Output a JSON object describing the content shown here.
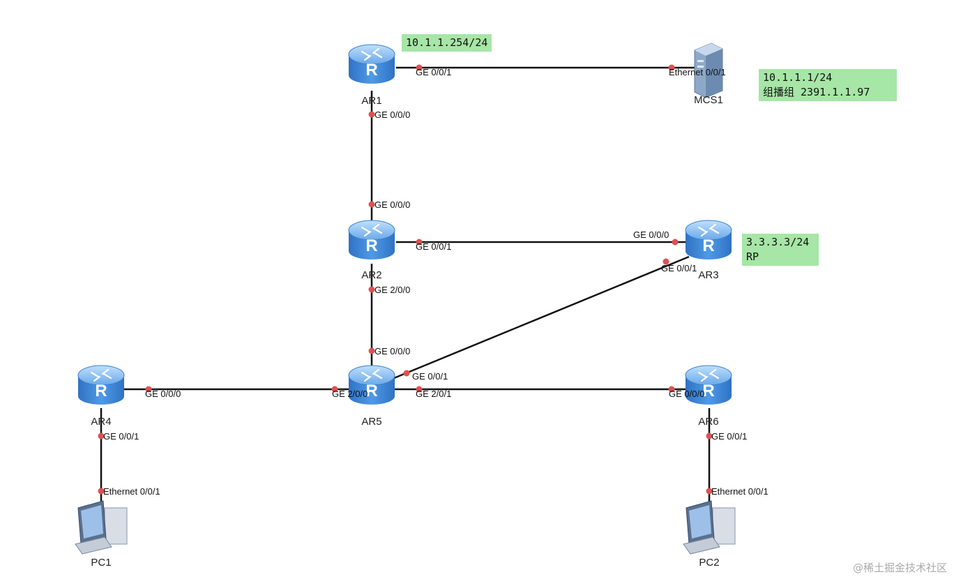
{
  "nodes": {
    "ar1": {
      "label": "AR1",
      "icon": "router-icon"
    },
    "ar2": {
      "label": "AR2",
      "icon": "router-icon"
    },
    "ar3": {
      "label": "AR3",
      "icon": "router-icon"
    },
    "ar4": {
      "label": "AR4",
      "icon": "router-icon"
    },
    "ar5": {
      "label": "AR5",
      "icon": "router-icon"
    },
    "ar6": {
      "label": "AR6",
      "icon": "router-icon"
    },
    "mcs1": {
      "label": "MCS1",
      "icon": "server-icon"
    },
    "pc1": {
      "label": "PC1",
      "icon": "pc-icon"
    },
    "pc2": {
      "label": "PC2",
      "icon": "pc-icon"
    }
  },
  "ports": {
    "ar1_ge001": "GE 0/0/1",
    "mcs1_eth": "Ethernet 0/0/1",
    "ar1_ge000": "GE 0/0/0",
    "ar2_ge000": "GE 0/0/0",
    "ar2_ge001": "GE 0/0/1",
    "ar3_ge000": "GE 0/0/0",
    "ar3_ge001": "GE 0/0/1",
    "ar2_ge200": "GE 2/0/0",
    "ar5_ge000": "GE 0/0/0",
    "ar5_ge001": "GE 0/0/1",
    "ar4_ge000": "GE 0/0/0",
    "ar5_ge200": "GE 2/0/0",
    "ar5_ge201": "GE 2/0/1",
    "ar6_ge000": "GE 0/0/0",
    "ar4_ge001": "GE 0/0/1",
    "pc1_eth": "Ethernet 0/0/1",
    "ar6_ge001": "GE 0/0/1",
    "pc2_eth": "Ethernet 0/0/1"
  },
  "notes": {
    "ar1_ip": "10.1.1.254/24",
    "mcs_ip": "10.1.1.1/24",
    "mcs_group": "组播组 2391.1.1.97",
    "ar3_ip": "3.3.3.3/24",
    "ar3_role": "RP"
  },
  "colors": {
    "router_body": "#4a8fd8",
    "router_top": "#8fc0f0",
    "link": "#111111",
    "port_dot": "#e05050",
    "note_bg": "#a6e6a6"
  },
  "watermark": "@稀土掘金技术社区"
}
